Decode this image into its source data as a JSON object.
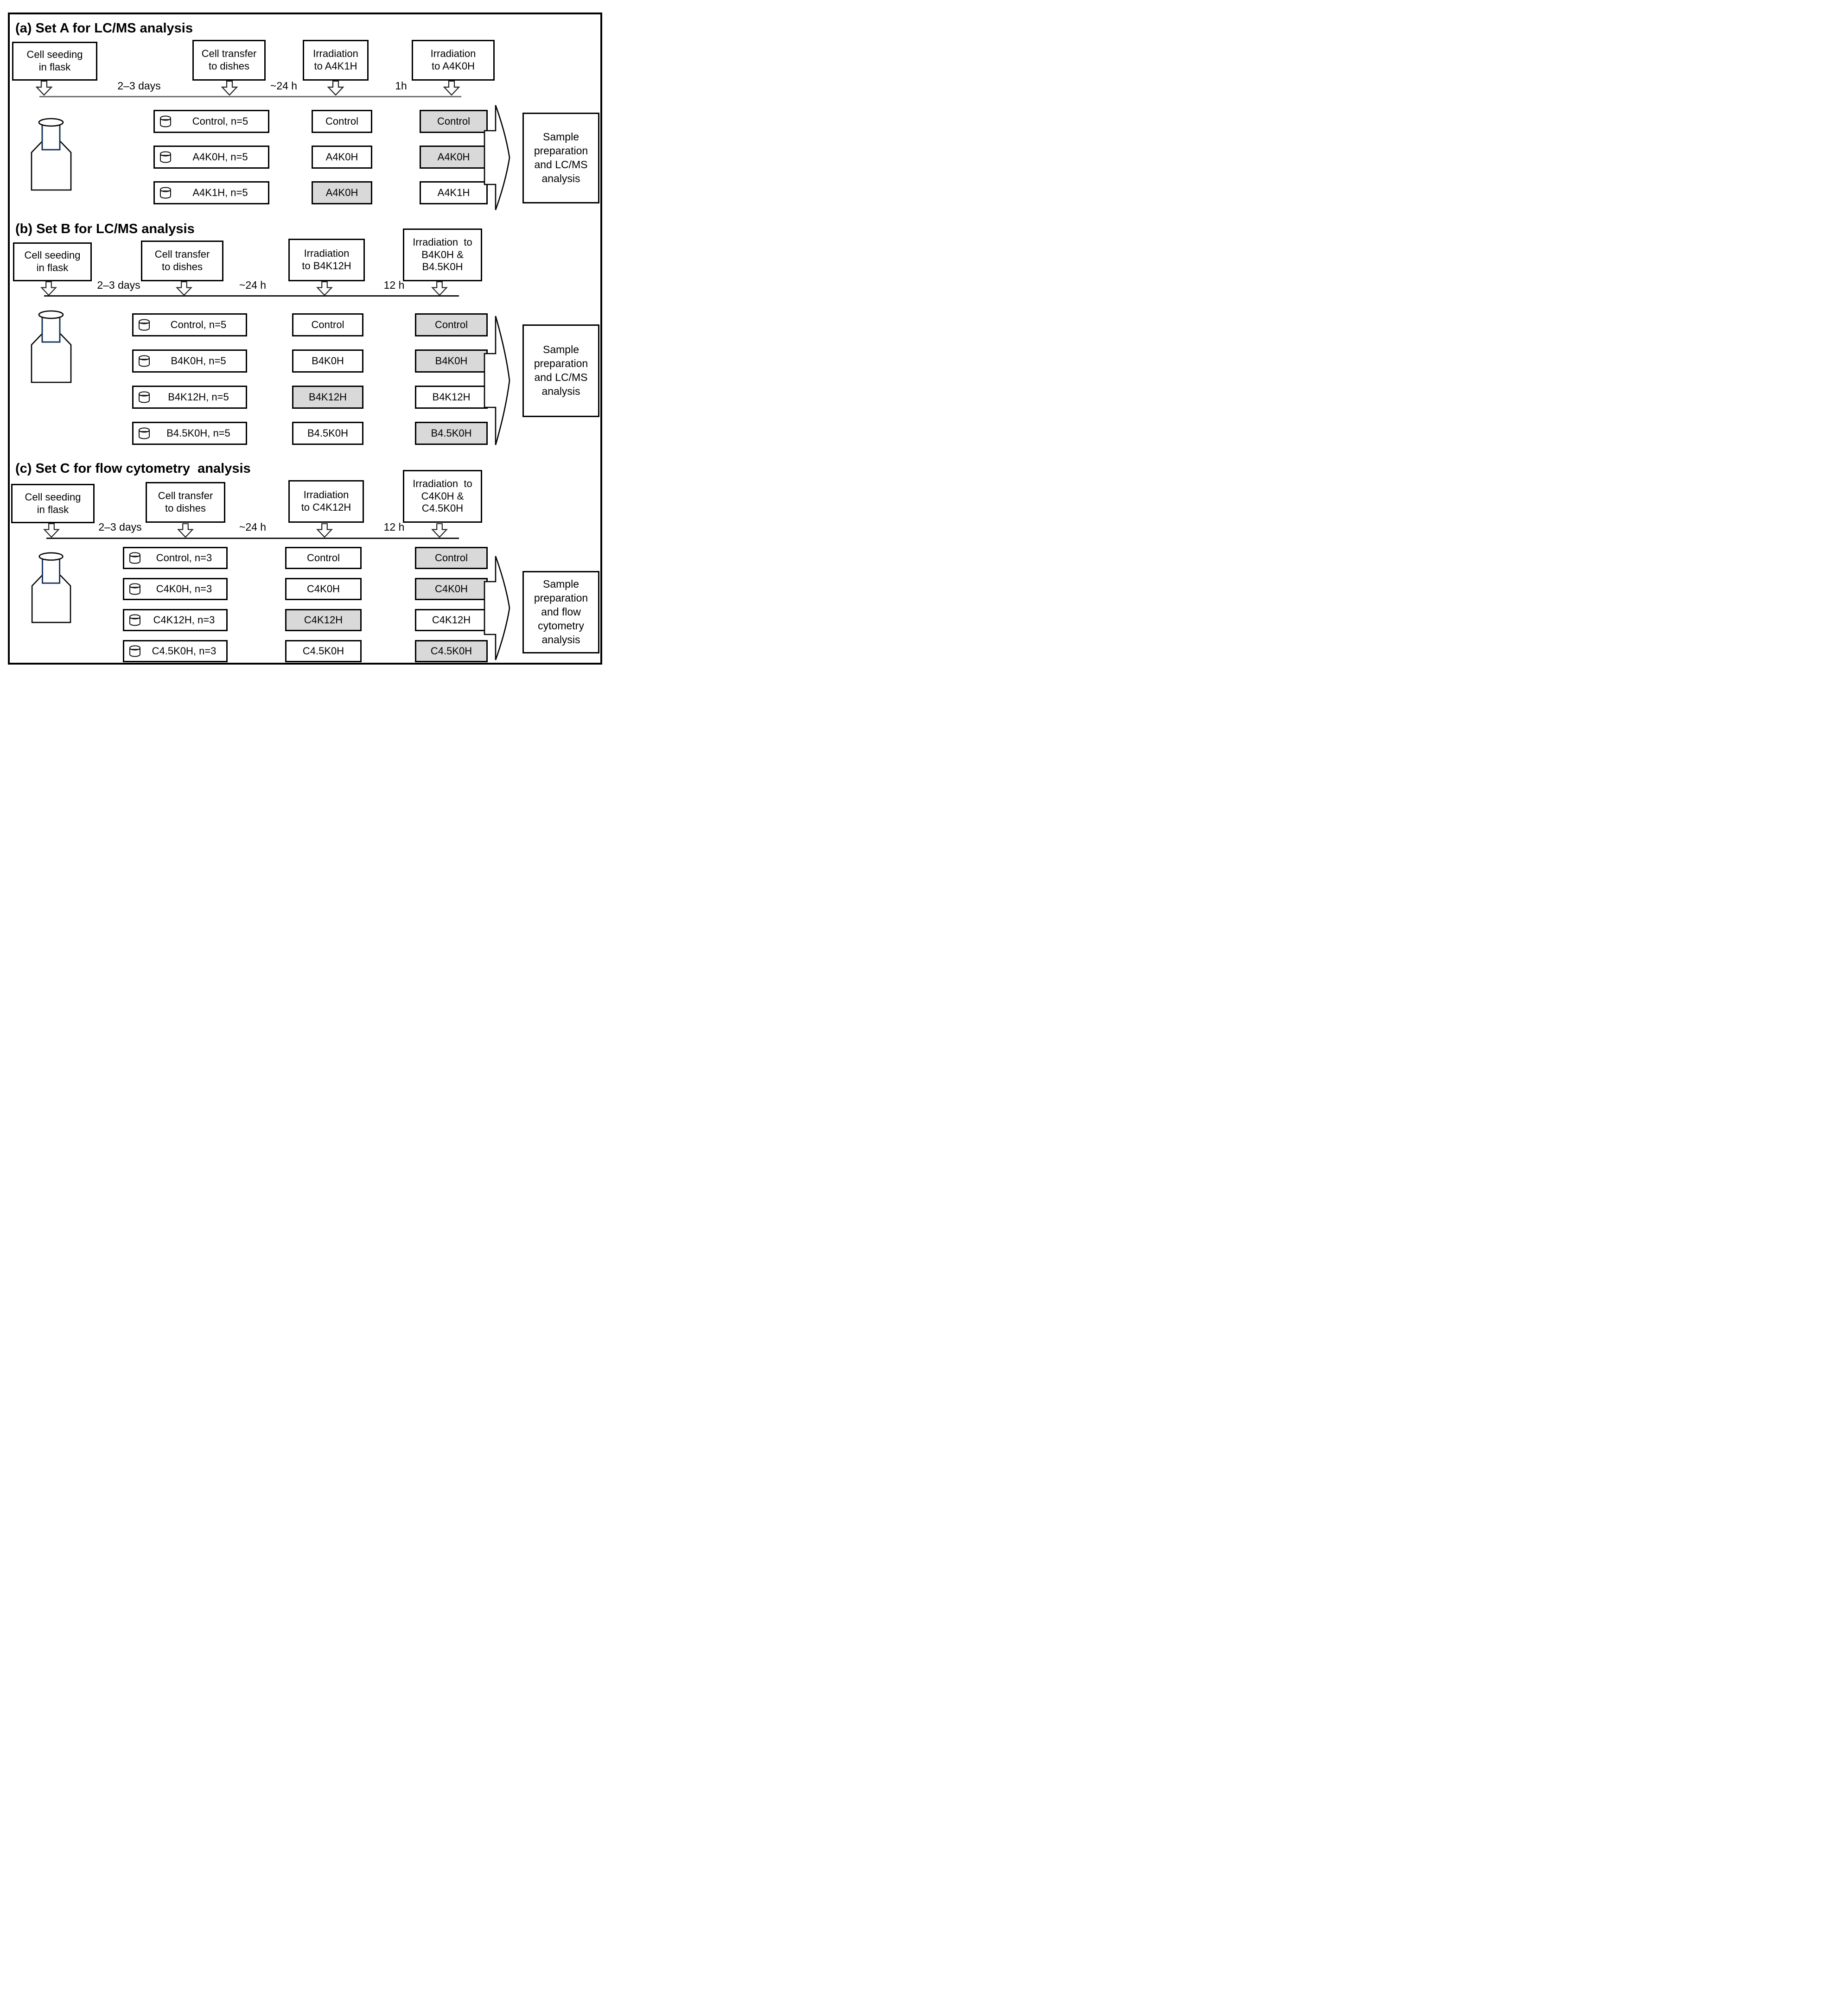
{
  "colors": {
    "shaded_fill": "#d9d9d9",
    "box_border": "#000000",
    "flask_neck_stroke": "#17365d",
    "timeline_gray": "#6f6f6f",
    "timeline_black": "#141414"
  },
  "icons": {
    "flask": "flask-icon",
    "dish": "dish-icon",
    "down_arrow": "down-arrow-icon",
    "merge_arrow": "merge-arrow-icon"
  },
  "panels": [
    {
      "id": "a",
      "title": "(a) Set A for LC/MS analysis",
      "process": [
        "Cell seeding\nin flask",
        "Cell transfer\nto dishes",
        "Irradiation\nto A4K1H",
        "Irradiation\nto A4K0H"
      ],
      "intervals": [
        "2–3 days",
        "~24 h",
        "1h"
      ],
      "dish_column": [
        "Control, n=5",
        "A4K0H, n=5",
        "A4K1H, n=5"
      ],
      "mid_column": [
        {
          "text": "Control",
          "shaded": false
        },
        {
          "text": "A4K0H",
          "shaded": false
        },
        {
          "text": "A4K0H",
          "shaded": true
        }
      ],
      "end_column": [
        {
          "text": "Control",
          "shaded": true
        },
        {
          "text": "A4K0H",
          "shaded": true
        },
        {
          "text": "A4K1H",
          "shaded": false
        }
      ],
      "outcome": "Sample\npreparation\nand LC/MS\nanalysis"
    },
    {
      "id": "b",
      "title": "(b) Set B for LC/MS analysis",
      "process": [
        "Cell seeding\nin flask",
        "Cell transfer\nto dishes",
        "Irradiation\nto B4K12H",
        "Irradiation  to\nB4K0H &\nB4.5K0H"
      ],
      "intervals": [
        "2–3 days",
        "~24 h",
        "12 h"
      ],
      "dish_column": [
        "Control, n=5",
        "B4K0H, n=5",
        "B4K12H, n=5",
        "B4.5K0H, n=5"
      ],
      "mid_column": [
        {
          "text": "Control",
          "shaded": false
        },
        {
          "text": "B4K0H",
          "shaded": false
        },
        {
          "text": "B4K12H",
          "shaded": true
        },
        {
          "text": "B4.5K0H",
          "shaded": false
        }
      ],
      "end_column": [
        {
          "text": "Control",
          "shaded": true
        },
        {
          "text": "B4K0H",
          "shaded": true
        },
        {
          "text": "B4K12H",
          "shaded": false
        },
        {
          "text": "B4.5K0H",
          "shaded": true
        }
      ],
      "outcome": "Sample\npreparation\nand LC/MS\nanalysis"
    },
    {
      "id": "c",
      "title": "(c) Set C for flow cytometry  analysis",
      "process": [
        "Cell seeding\nin flask",
        "Cell transfer\nto dishes",
        "Irradiation\nto C4K12H",
        "Irradiation  to\nC4K0H &\nC4.5K0H"
      ],
      "intervals": [
        "2–3 days",
        "~24 h",
        "12 h"
      ],
      "dish_column": [
        "Control, n=3",
        "C4K0H, n=3",
        "C4K12H, n=3",
        "C4.5K0H, n=3"
      ],
      "mid_column": [
        {
          "text": "Control",
          "shaded": false
        },
        {
          "text": "C4K0H",
          "shaded": false
        },
        {
          "text": "C4K12H",
          "shaded": true
        },
        {
          "text": "C4.5K0H",
          "shaded": false
        }
      ],
      "end_column": [
        {
          "text": "Control",
          "shaded": true
        },
        {
          "text": "C4K0H",
          "shaded": true
        },
        {
          "text": "C4K12H",
          "shaded": false
        },
        {
          "text": "C4.5K0H",
          "shaded": true
        }
      ],
      "outcome": "Sample\npreparation\nand flow\ncytometry\nanalysis"
    }
  ]
}
